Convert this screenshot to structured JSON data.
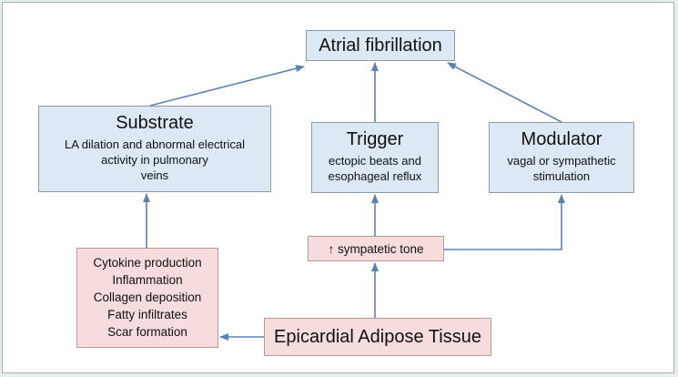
{
  "nodes": {
    "af": {
      "title": "Atrial fibrillation"
    },
    "substrate": {
      "title": "Substrate",
      "lines": [
        "LA dilation and abnormal electrical",
        "activity in pulmonary",
        "veins"
      ]
    },
    "trigger": {
      "title": "Trigger",
      "lines": [
        "ectopic beats and",
        "esophageal reflux"
      ]
    },
    "modulator": {
      "title": "Modulator",
      "lines": [
        "vagal or sympathetic",
        "stimulation"
      ]
    },
    "sympathetic": {
      "label": "↑ sympatetic tone"
    },
    "mechanisms": {
      "lines": [
        "Cytokine production",
        "Inflammation",
        "Collagen deposition",
        "Fatty infiltrates",
        "Scar formation"
      ]
    },
    "eat": {
      "title": "Epicardial Adipose Tissue"
    }
  },
  "colors": {
    "box_blue": "#dce8f3",
    "box_pink": "#f6dcdc",
    "arrow": "#5b82b0"
  }
}
